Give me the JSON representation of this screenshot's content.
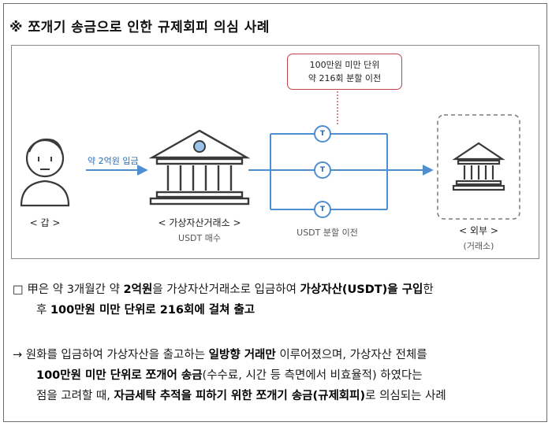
{
  "title": "※ 쪼개기 송금으로 인한 규제회피 의심 사례",
  "diagram": {
    "person_label": "< 갑 >",
    "deposit_label": "약 2억원 입금",
    "exchange_label": "< 가상자산거래소 >",
    "exchange_sub": "USDT 매수",
    "callout_line1": "100만원 미만 단위",
    "callout_line2": "약 216회 분할 이전",
    "transfer_label": "USDT 분할 이전",
    "token_symbol": "T",
    "external_label": "< 외부 >",
    "external_sub": "(거래소)",
    "colors": {
      "arrow": "#4d8fd1",
      "callout_border": "#c0454b",
      "icon": "#3a3a3a",
      "coin_highlight": "#9cc4ea"
    }
  },
  "paragraph1": {
    "bullet": "□",
    "l1_a": "甲은 약 3개월간 약 ",
    "l1_b": "2억원",
    "l1_c": "을 가상자산거래소로 입금하여 ",
    "l1_d": "가상자산(USDT)을 구입",
    "l1_e": "한",
    "l2_a": "후 ",
    "l2_b": "100만원 미만 단위로 216회에 걸쳐 출고"
  },
  "paragraph2": {
    "arrow": "→",
    "l1_a": "원화를 입금하여 가상자산을 출고하는 ",
    "l1_b": "일방향 거래만",
    "l1_c": " 이루어졌으며, 가상자산 전체를",
    "l2_a": "100만원 미만 단위로 쪼개어 송금",
    "l2_b": "(수수료, 시간 등 측면에서 비효율적) 하였다는",
    "l3_a": "점을 고려할 때, ",
    "l3_b": "자금세탁 추적을 피하기 위한 쪼개기 송금(규제회피)",
    "l3_c": "로 의심되는 사례"
  }
}
